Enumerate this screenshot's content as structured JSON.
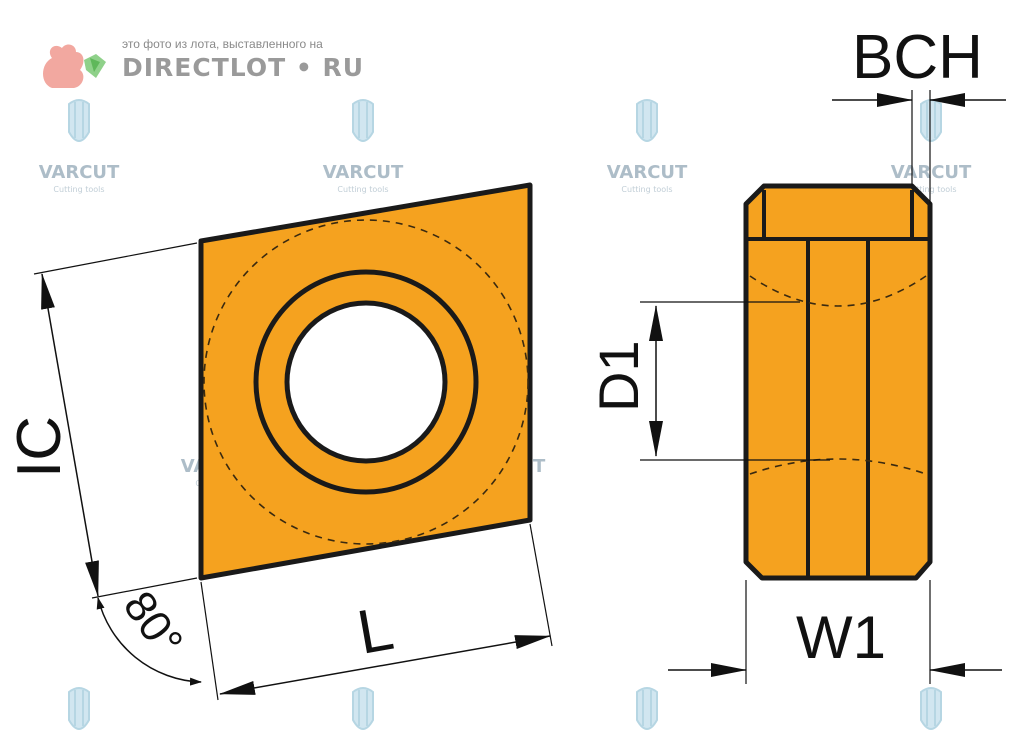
{
  "site_watermark": {
    "note": "это фото из лота, выставленного на",
    "brand": "DIRECTLOT • RU"
  },
  "brand_watermark": {
    "name": "VARCUT",
    "tagline": "Cutting tools"
  },
  "labels": {
    "ic": "IC",
    "angle": "80°",
    "length": "L",
    "chamfer": "BCH",
    "hole_diameter": "D1",
    "width": "W1"
  },
  "colors": {
    "insert_fill": "#f5a21f",
    "outline": "#1a1a1a",
    "hole": "#ffffff"
  }
}
